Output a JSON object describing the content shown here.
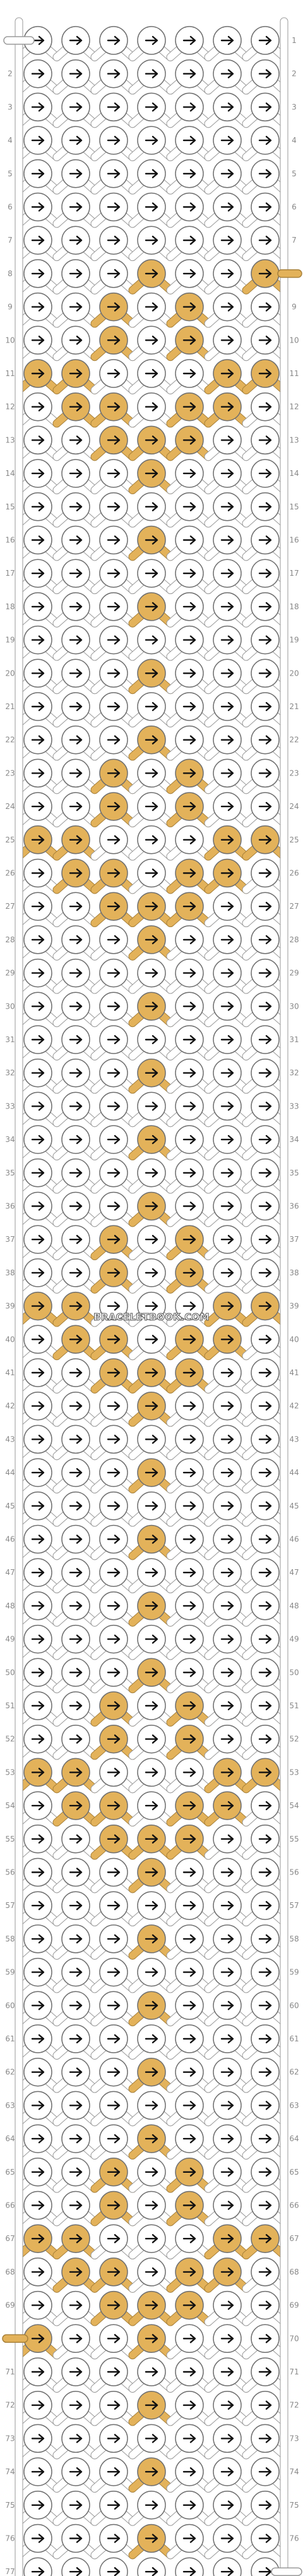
{
  "watermark": "BRACELETBOOK.COM",
  "colors": {
    "background": "#ffffff",
    "strand_white_fill": "#ffffff",
    "strand_gold_fill": "#e3b25a",
    "strand_gold_stroke": "#a8813a",
    "strand_outline": "#9a9a9a",
    "knot_white_fill": "#ffffff",
    "knot_gold_fill": "#e3b25a",
    "knot_stroke": "#6f6f6f",
    "arrow": "#111111",
    "row_number": "#888888",
    "watermark_fill": "#ffffff",
    "watermark_stroke": "#555555"
  },
  "pattern": {
    "strands": 8,
    "columns": 7,
    "rows": 77,
    "row_numbers": [
      1,
      2,
      3,
      4,
      5,
      6,
      7,
      8,
      9,
      10,
      11,
      12,
      13,
      14,
      15,
      16,
      17,
      18,
      19,
      20,
      21,
      22,
      23,
      24,
      25,
      26,
      27,
      28,
      29,
      30,
      31,
      32,
      33,
      34,
      35,
      36,
      37,
      38,
      39,
      40,
      41,
      42,
      43,
      44,
      45,
      46,
      47,
      48,
      49,
      50,
      51,
      52,
      53,
      54,
      55,
      56,
      57,
      58,
      59,
      60,
      61,
      62,
      63,
      64,
      65,
      66,
      67,
      68,
      69,
      70,
      71,
      72,
      73,
      74,
      75,
      76,
      77
    ],
    "gold_knot_offsets": [
      [
        8,
        3
      ],
      [
        9,
        2
      ],
      [
        9,
        4
      ],
      [
        10,
        2
      ],
      [
        10,
        4
      ],
      [
        11,
        0
      ],
      [
        11,
        1
      ],
      [
        11,
        5
      ],
      [
        11,
        6
      ],
      [
        12,
        1
      ],
      [
        12,
        2
      ],
      [
        12,
        4
      ],
      [
        12,
        5
      ],
      [
        13,
        2
      ],
      [
        13,
        3
      ],
      [
        13,
        4
      ],
      [
        14,
        3
      ],
      [
        16,
        3
      ],
      [
        18,
        3
      ],
      [
        20,
        3
      ]
    ],
    "gold_motif_starts": [
      8,
      22,
      36,
      50,
      64
    ],
    "gold_knots_extra": [
      [
        8,
        6
      ],
      [
        70,
        0
      ]
    ],
    "knot_direction": "right",
    "gold_strand_left_end": {
      "row": 70,
      "arrow": "right"
    },
    "gold_strand_right_end": {
      "row": 8,
      "arrow": "right"
    }
  }
}
